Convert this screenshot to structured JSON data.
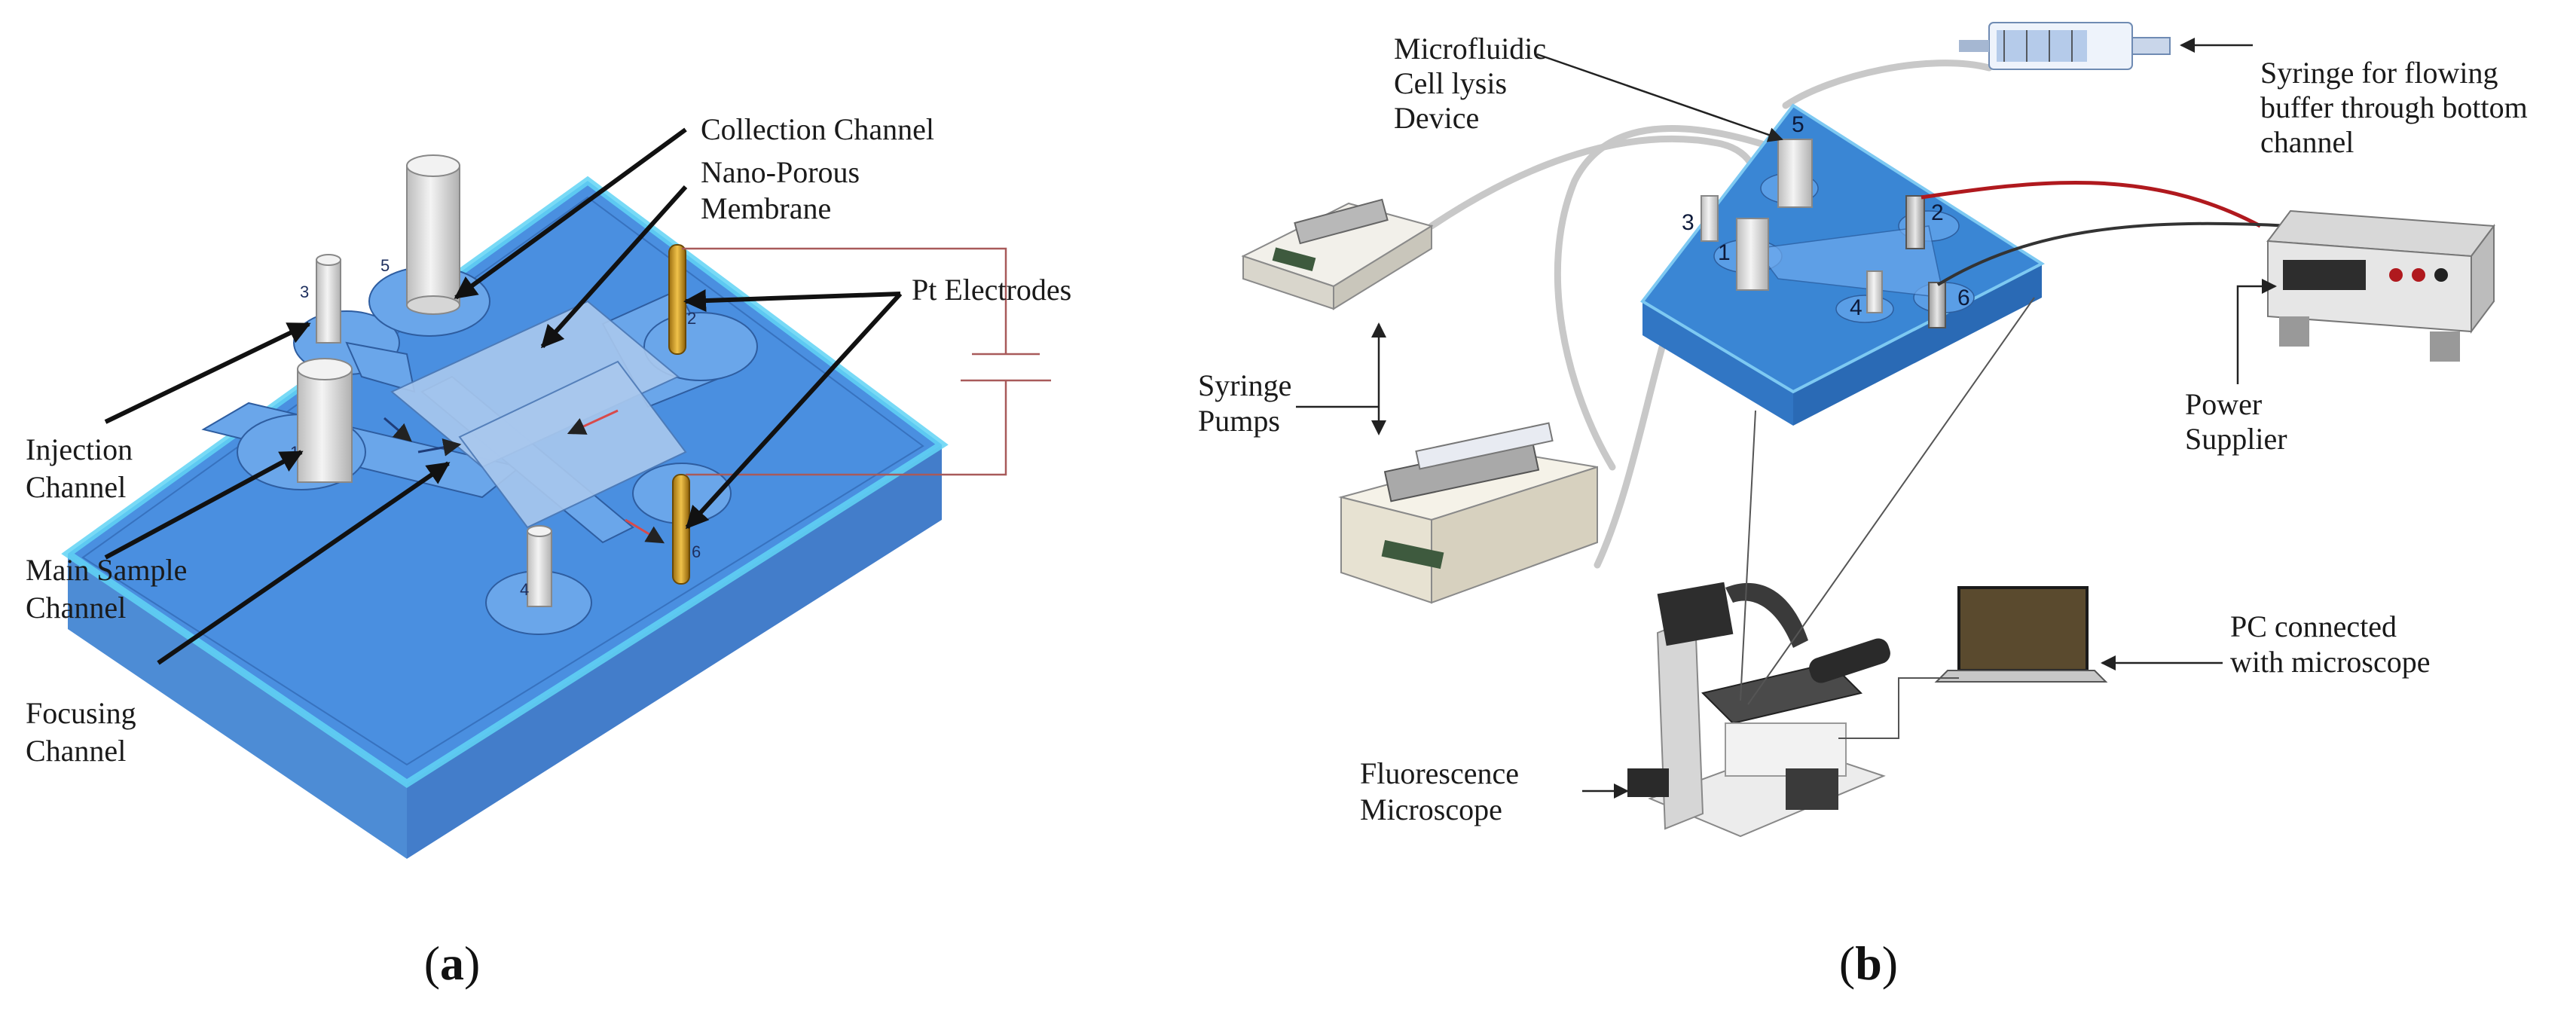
{
  "panel_a": {
    "caption_open": "(",
    "caption_letter": "a",
    "caption_close": ")",
    "labels": {
      "collection_channel": "Collection Channel",
      "membrane_line1": "Nano-Porous",
      "membrane_line2": "Membrane",
      "pt_electrodes": "Pt Electrodes",
      "injection_line1": "Injection",
      "injection_line2": "Channel",
      "main_sample_line1": "Main Sample",
      "main_sample_line2": "Channel",
      "focusing_line1": "Focusing",
      "focusing_line2": "Channel"
    },
    "port_numbers": [
      "1",
      "2",
      "3",
      "4",
      "5",
      "6"
    ],
    "colors": {
      "chip": "#3f7fd6",
      "chip_top": "#58c4ef",
      "electrode": "#d9a21f",
      "pillar": "#e4e4e4"
    }
  },
  "panel_b": {
    "caption_open": "(",
    "caption_letter": "b",
    "caption_close": ")",
    "labels": {
      "device_line1": "Microfluidic",
      "device_line2": "Cell lysis",
      "device_line3": "Device",
      "syringe_line1": "Syringe for flowing",
      "syringe_line2": "buffer through bottom",
      "syringe_line3": "channel",
      "pumps_line1": "Syringe",
      "pumps_line2": "Pumps",
      "power_line1": "Power",
      "power_line2": "Supplier",
      "pc_line1": "PC connected",
      "pc_line2": "with microscope",
      "micro_line1": "Fluorescence",
      "micro_line2": "Microscope"
    },
    "port_numbers": [
      "1",
      "2",
      "3",
      "4",
      "5",
      "6"
    ],
    "colors": {
      "chip": "#3a86d4",
      "wire": "#b0191e",
      "screen": "#5a4a2e"
    }
  }
}
